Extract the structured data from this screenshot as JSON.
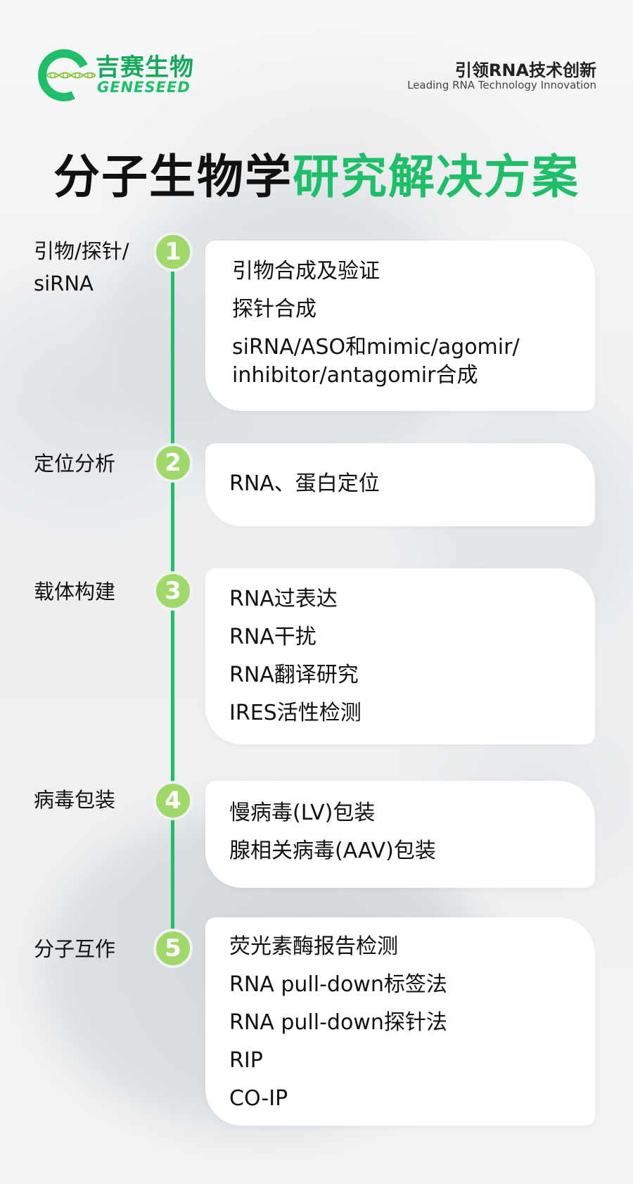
{
  "brand": {
    "name_cn": "吉赛生物",
    "name_en": "GENESEED",
    "colors": {
      "primary": "#1fbf6a",
      "step_circle": "#9fd96a"
    }
  },
  "slogan": {
    "cn": "引领RNA技术创新",
    "en": "Leading RNA Technology Innovation"
  },
  "title": {
    "part1": "分子生物学",
    "part2": "研究解决方案"
  },
  "steps": [
    {
      "number": "1",
      "label_line1": "引物/探针/",
      "label_line2": "siRNA",
      "items": [
        "引物合成及验证",
        "探针合成",
        "siRNA/ASO和mimic/agomir/",
        "inhibitor/antagomir合成"
      ]
    },
    {
      "number": "2",
      "label_line1": "定位分析",
      "items": [
        "RNA、蛋白定位"
      ]
    },
    {
      "number": "3",
      "label_line1": "载体构建",
      "items": [
        "RNA过表达",
        "RNA干扰",
        "RNA翻译研究",
        "IRES活性检测"
      ]
    },
    {
      "number": "4",
      "label_line1": "病毒包装",
      "items": [
        "慢病毒(LV)包装",
        "腺相关病毒(AAV)包装"
      ]
    },
    {
      "number": "5",
      "label_line1": "分子互作",
      "items": [
        "荧光素酶报告检测",
        "RNA pull-down标签法",
        "RNA pull-down探针法",
        "RIP",
        "CO-IP"
      ]
    }
  ]
}
